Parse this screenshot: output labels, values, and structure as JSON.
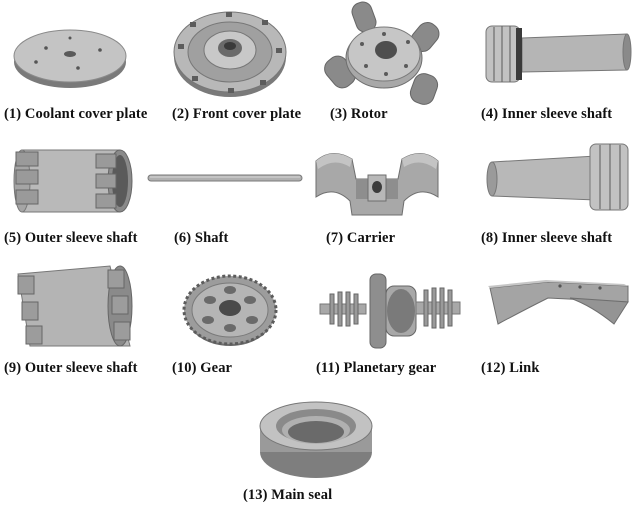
{
  "colors": {
    "background": "#ffffff",
    "metal_light": "#c9c9c9",
    "metal_mid": "#9e9e9e",
    "metal_dark": "#6e6e6e",
    "caption_text": "#111111"
  },
  "parts": [
    {
      "id": "coolant-cover-plate",
      "caption": "(1) Coolant cover plate",
      "icon": "flat-disc-plate"
    },
    {
      "id": "front-cover-plate",
      "caption": "(2) Front cover plate",
      "icon": "flanged-cover-plate"
    },
    {
      "id": "rotor",
      "caption": "(3) Rotor",
      "icon": "rotor-with-lobes"
    },
    {
      "id": "inner-sleeve-shaft-4",
      "caption": "(4) Inner sleeve shaft",
      "icon": "splined-sleeve-shaft"
    },
    {
      "id": "outer-sleeve-shaft-5",
      "caption": "(5) Outer sleeve shaft",
      "icon": "splined-tube"
    },
    {
      "id": "shaft",
      "caption": "(6) Shaft",
      "icon": "thin-rod"
    },
    {
      "id": "carrier",
      "caption": "(7) Carrier",
      "icon": "carrier-block"
    },
    {
      "id": "inner-sleeve-shaft-8",
      "caption": "(8) Inner sleeve shaft",
      "icon": "splined-sleeve-shaft"
    },
    {
      "id": "outer-sleeve-shaft-9",
      "caption": "(9) Outer sleeve shaft",
      "icon": "tapered-splined-tube"
    },
    {
      "id": "gear",
      "caption": "(10) Gear",
      "icon": "spur-gear"
    },
    {
      "id": "planetary-gear",
      "caption": "(11) Planetary gear",
      "icon": "planetary-gear-shaft"
    },
    {
      "id": "link",
      "caption": "(12) Link",
      "icon": "link-bar"
    },
    {
      "id": "main-seal",
      "caption": "(13) Main seal",
      "icon": "seal-ring"
    }
  ]
}
